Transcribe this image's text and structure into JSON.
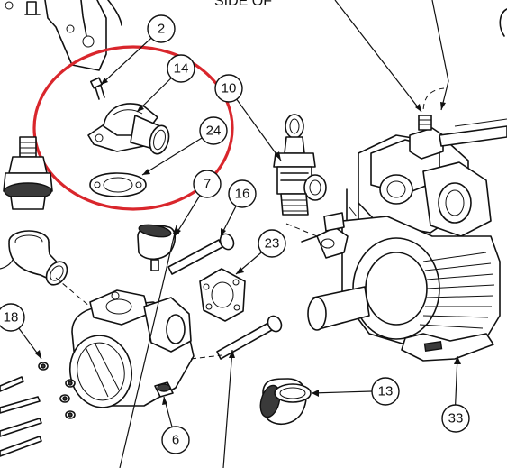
{
  "diagram": {
    "header_text": "SIDE OF",
    "highlight_color": "#d9262c",
    "callouts": [
      {
        "label": "2"
      },
      {
        "label": "14"
      },
      {
        "label": "24"
      },
      {
        "label": "10"
      },
      {
        "label": "7"
      },
      {
        "label": "16"
      },
      {
        "label": "23"
      },
      {
        "label": "18"
      },
      {
        "label": "6"
      },
      {
        "label": "13"
      },
      {
        "label": "33"
      }
    ]
  }
}
